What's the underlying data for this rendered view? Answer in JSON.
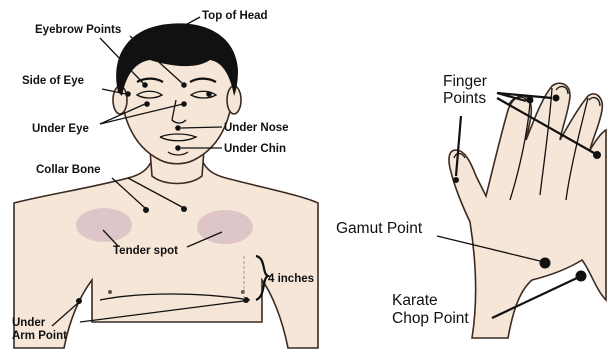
{
  "labels": {
    "top_of_head": "Top of Head",
    "eyebrow_points": "Eyebrow Points",
    "side_of_eye": "Side of Eye",
    "under_eye": "Under Eye",
    "under_nose": "Under Nose",
    "under_chin": "Under Chin",
    "collar_bone": "Collar Bone",
    "tender_spot": "Tender spot",
    "four_inches": "4 inches",
    "under_arm_line1": "Under",
    "under_arm_line2": "Arm Point",
    "finger_line1": "Finger",
    "finger_line2": "Points",
    "gamut_point": "Gamut Point",
    "karate_line1": "Karate",
    "karate_line2": "Chop Point"
  },
  "colors": {
    "skin": "#f6e6d8",
    "outline": "#3a2a22",
    "tender_spot": "#d9c0c6",
    "ink": "#111111"
  }
}
